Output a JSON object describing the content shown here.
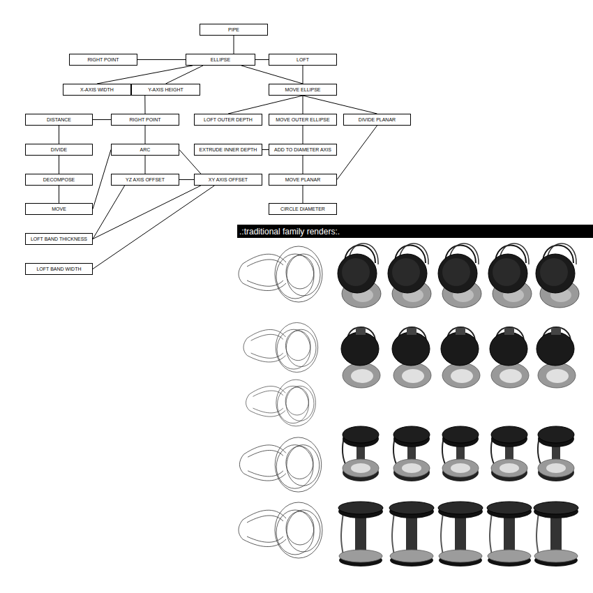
{
  "diagram": {
    "nodes": [
      {
        "text": [
          "PIPE"
        ]
      },
      {
        "text": [
          "RIGHT POINT"
        ]
      },
      {
        "text": [
          "ELLIPSE"
        ]
      },
      {
        "text": [
          "LOFT"
        ]
      },
      {
        "text": [
          "X-AXIS WIDTH"
        ]
      },
      {
        "text": [
          "Y-AXIS HEIGHT"
        ]
      },
      {
        "text": [
          "MOVE ELLIPSE"
        ]
      },
      {
        "text": [
          "DISTANCE"
        ]
      },
      {
        "text": [
          "RIGHT POINT"
        ]
      },
      {
        "text": [
          "LOFT OUTER DEPTH"
        ]
      },
      {
        "text": [
          "MOVE OUTER ELLIPSE"
        ]
      },
      {
        "text": [
          "DIVIDE PLANAR"
        ]
      },
      {
        "text": [
          "DIVIDE"
        ]
      },
      {
        "text": [
          "ARC"
        ]
      },
      {
        "text": [
          "EXTRUDE INNER DEPTH"
        ]
      },
      {
        "text": [
          "ADD TO DIAMETER AXIS"
        ]
      },
      {
        "text": [
          "DECOMPOSE"
        ]
      },
      {
        "text": [
          "YZ AXIS OFFSET"
        ]
      },
      {
        "text": [
          "XY AXIS OFFSET"
        ]
      },
      {
        "text": [
          "MOVE PLANAR"
        ]
      },
      {
        "text": [
          "MOVE"
        ]
      },
      {
        "text": [
          "CIRCLE DIAMETER"
        ]
      },
      {
        "text": [
          "LOFT BAND THICKNESS"
        ]
      },
      {
        "text": [
          "LOFT BAND WIDTH"
        ]
      }
    ],
    "edges": [
      {
        "from": 0,
        "to": 2,
        "arrow": "none"
      },
      {
        "from": 1,
        "to": 2,
        "arrow": "none"
      },
      {
        "from": 2,
        "to": 3,
        "arrow": "none"
      },
      {
        "from": 2,
        "to": 4,
        "arrow": "none"
      },
      {
        "from": 2,
        "to": 5,
        "arrow": "none"
      },
      {
        "from": 2,
        "to": 6,
        "arrow": "none"
      },
      {
        "from": 3,
        "to": 6,
        "arrow": "none"
      },
      {
        "from": 5,
        "to": 8,
        "arrow": "none"
      },
      {
        "from": 6,
        "to": 9,
        "arrow": "none"
      },
      {
        "from": 6,
        "to": 10,
        "arrow": "none"
      },
      {
        "from": 6,
        "to": 11,
        "arrow": "none"
      },
      {
        "from": 7,
        "to": 8,
        "arrow": "none"
      },
      {
        "from": 7,
        "to": 12,
        "arrow": "none"
      },
      {
        "from": 12,
        "to": 16,
        "arrow": "none"
      },
      {
        "from": 16,
        "to": 20,
        "arrow": "none"
      },
      {
        "from": 20,
        "to": 13,
        "arrow": "none"
      },
      {
        "from": 8,
        "to": 13,
        "arrow": "none"
      },
      {
        "from": 13,
        "to": 17,
        "arrow": "none"
      },
      {
        "from": 13,
        "to": 18,
        "arrow": "none"
      },
      {
        "from": 14,
        "to": 15,
        "arrow": "none"
      },
      {
        "from": 10,
        "to": 15,
        "arrow": "none"
      },
      {
        "from": 15,
        "to": 19,
        "arrow": "none"
      },
      {
        "from": 17,
        "to": 18,
        "arrow": "none"
      },
      {
        "from": 17,
        "to": 22,
        "arrow": "none"
      },
      {
        "from": 18,
        "to": 22,
        "arrow": "none"
      },
      {
        "from": 18,
        "to": 23,
        "arrow": "none"
      },
      {
        "from": 11,
        "to": 19,
        "arrow": "none"
      },
      {
        "from": 19,
        "to": 21,
        "arrow": "none"
      }
    ],
    "labels": [
      ".:traditional family renders:."
    ]
  }
}
